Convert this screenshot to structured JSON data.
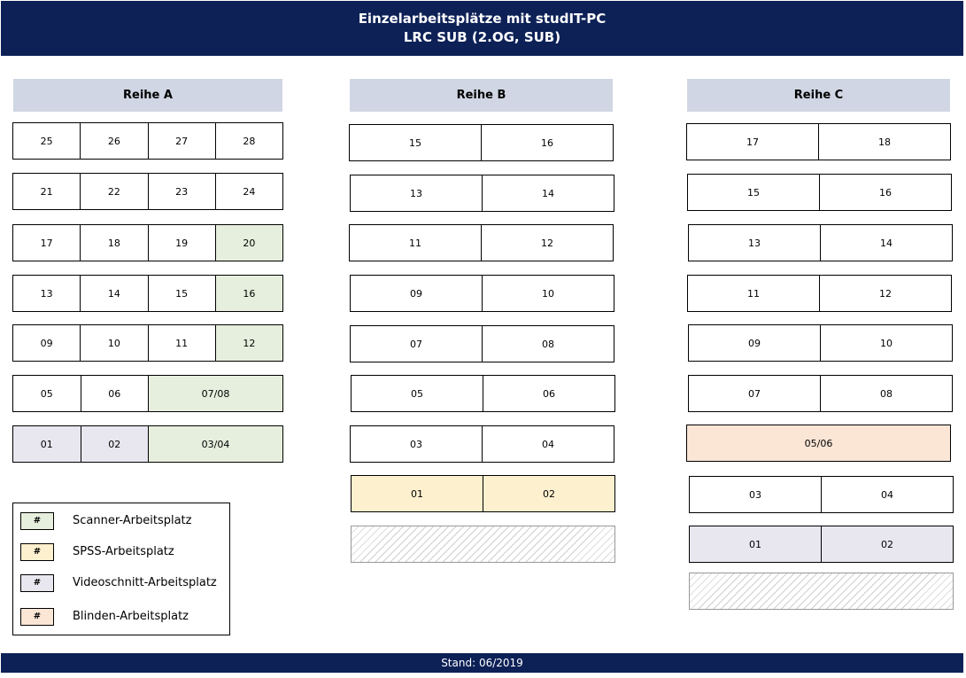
{
  "header": {
    "title_line1": "Einzelarbeitsplätze mit studIT-PC",
    "title_line2": "LRC SUB (2.OG, SUB)"
  },
  "footer": {
    "text": "Stand: 06/2019"
  },
  "colors": {
    "navy": "#0d2157",
    "row_head": "#d0d6e3",
    "scanner": "#e6efdd",
    "spss": "#fdf0ce",
    "video": "#e8e6ef",
    "blind": "#fbe6d6"
  },
  "reihe_a": {
    "title": "Reihe A",
    "rows": [
      [
        "25",
        "26",
        "27",
        "28"
      ],
      [
        "21",
        "22",
        "23",
        "24"
      ],
      [
        "17",
        "18",
        "19",
        "20"
      ],
      [
        "13",
        "14",
        "15",
        "16"
      ],
      [
        "09",
        "10",
        "11",
        "12"
      ],
      [
        "05",
        "06",
        "07/08"
      ],
      [
        "01",
        "02",
        "03/04"
      ]
    ]
  },
  "reihe_b": {
    "title": "Reihe B",
    "rows": [
      [
        "15",
        "16"
      ],
      [
        "13",
        "14"
      ],
      [
        "11",
        "12"
      ],
      [
        "09",
        "10"
      ],
      [
        "07",
        "08"
      ],
      [
        "05",
        "06"
      ],
      [
        "03",
        "04"
      ],
      [
        "01",
        "02"
      ]
    ]
  },
  "reihe_c": {
    "title": "Reihe C",
    "rows": [
      [
        "17",
        "18"
      ],
      [
        "15",
        "16"
      ],
      [
        "13",
        "14"
      ],
      [
        "11",
        "12"
      ],
      [
        "09",
        "10"
      ],
      [
        "07",
        "08"
      ],
      [
        "05/06"
      ],
      [
        "03",
        "04"
      ],
      [
        "01",
        "02"
      ]
    ]
  },
  "legend": {
    "items": [
      {
        "symbol": "#",
        "label": "Scanner-Arbeitsplatz",
        "type": "scan"
      },
      {
        "symbol": "#",
        "label": "SPSS-Arbeitsplatz",
        "type": "spss"
      },
      {
        "symbol": "#",
        "label": "Videoschnitt-Arbeitsplatz",
        "type": "video"
      },
      {
        "symbol": "#",
        "label": "Blinden-Arbeitsplatz",
        "type": "blind"
      }
    ]
  }
}
